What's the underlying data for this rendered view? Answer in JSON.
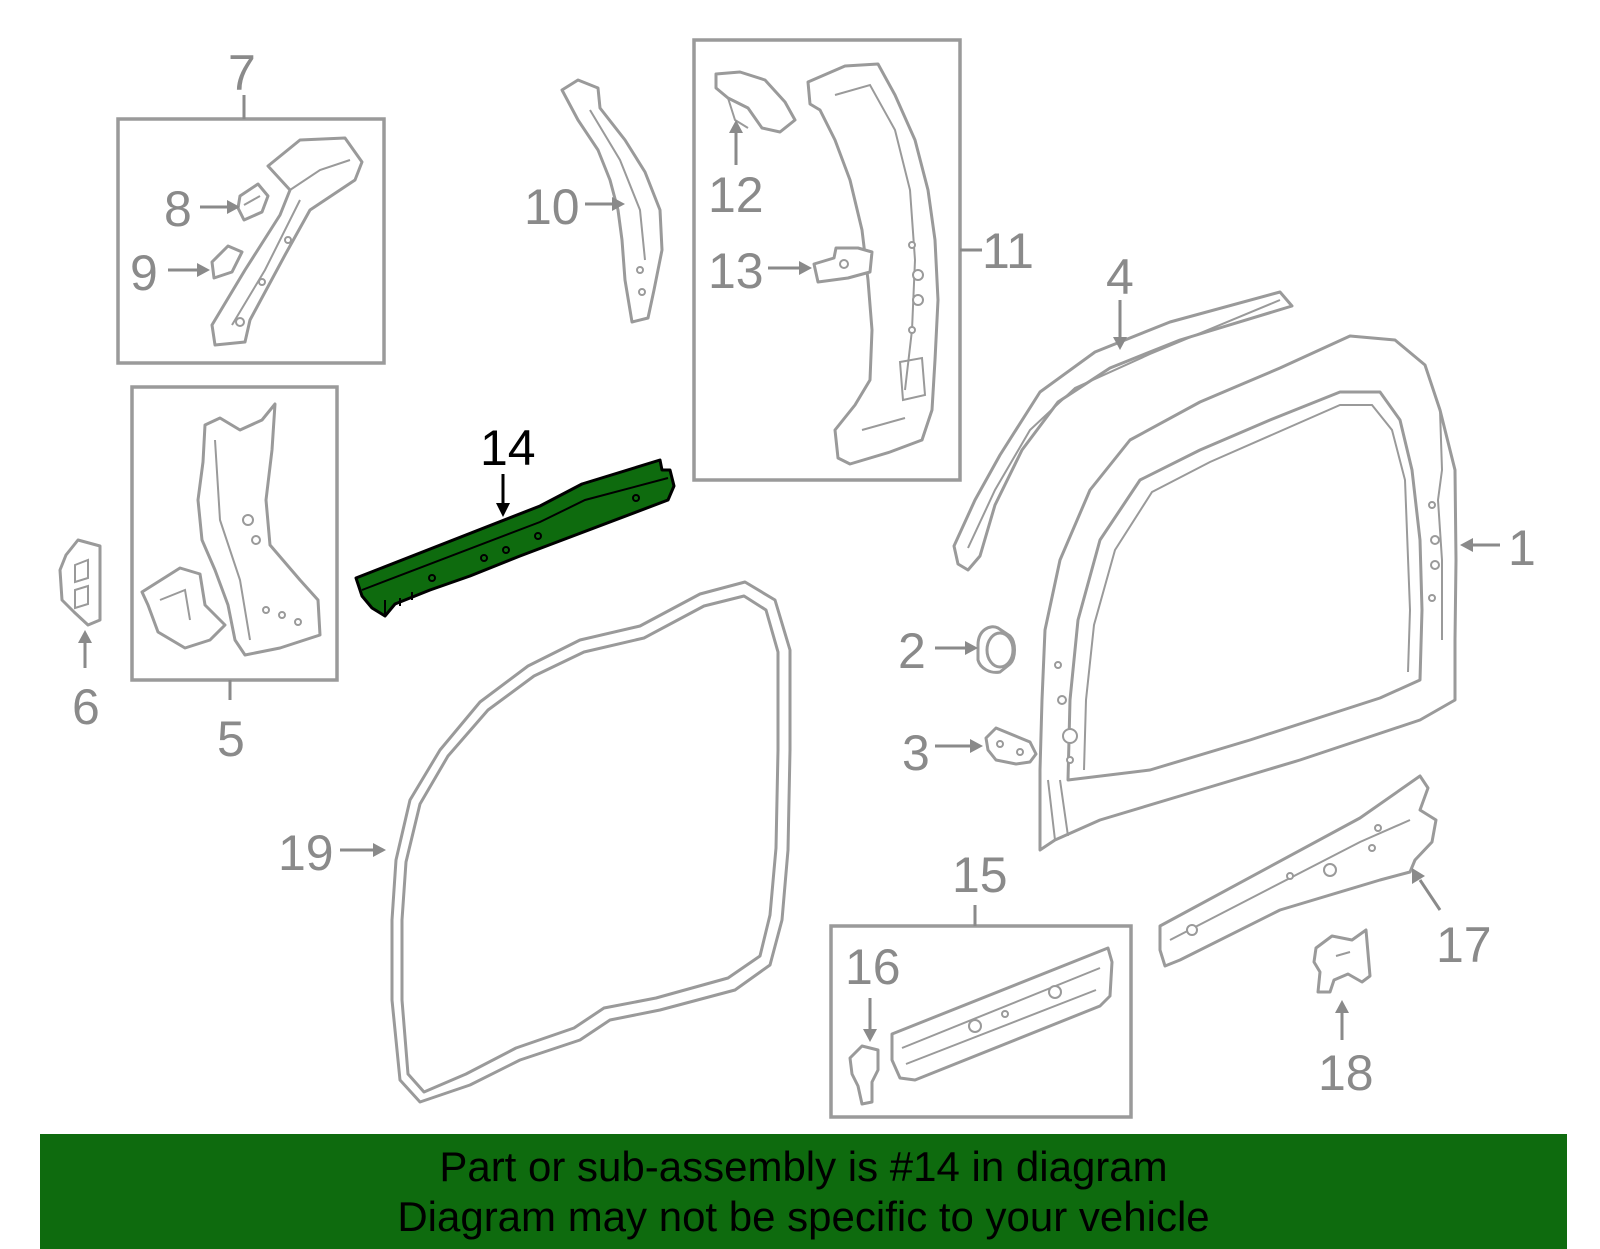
{
  "diagram": {
    "callouts": {
      "c1": "1",
      "c2": "2",
      "c3": "3",
      "c4": "4",
      "c5": "5",
      "c6": "6",
      "c7": "7",
      "c8": "8",
      "c9": "9",
      "c10": "10",
      "c11": "11",
      "c12": "12",
      "c13": "13",
      "c14": "14",
      "c15": "15",
      "c16": "16",
      "c17": "17",
      "c18": "18",
      "c19": "19"
    },
    "highlighted_part": "14",
    "highlight_color": "#0e6b0e",
    "line_color": "#9a9a9a"
  },
  "banner": {
    "line1": "Part or sub-assembly is #14 in diagram",
    "line2": "Diagram may not be specific to your vehicle",
    "color": "#0e6b0e"
  }
}
